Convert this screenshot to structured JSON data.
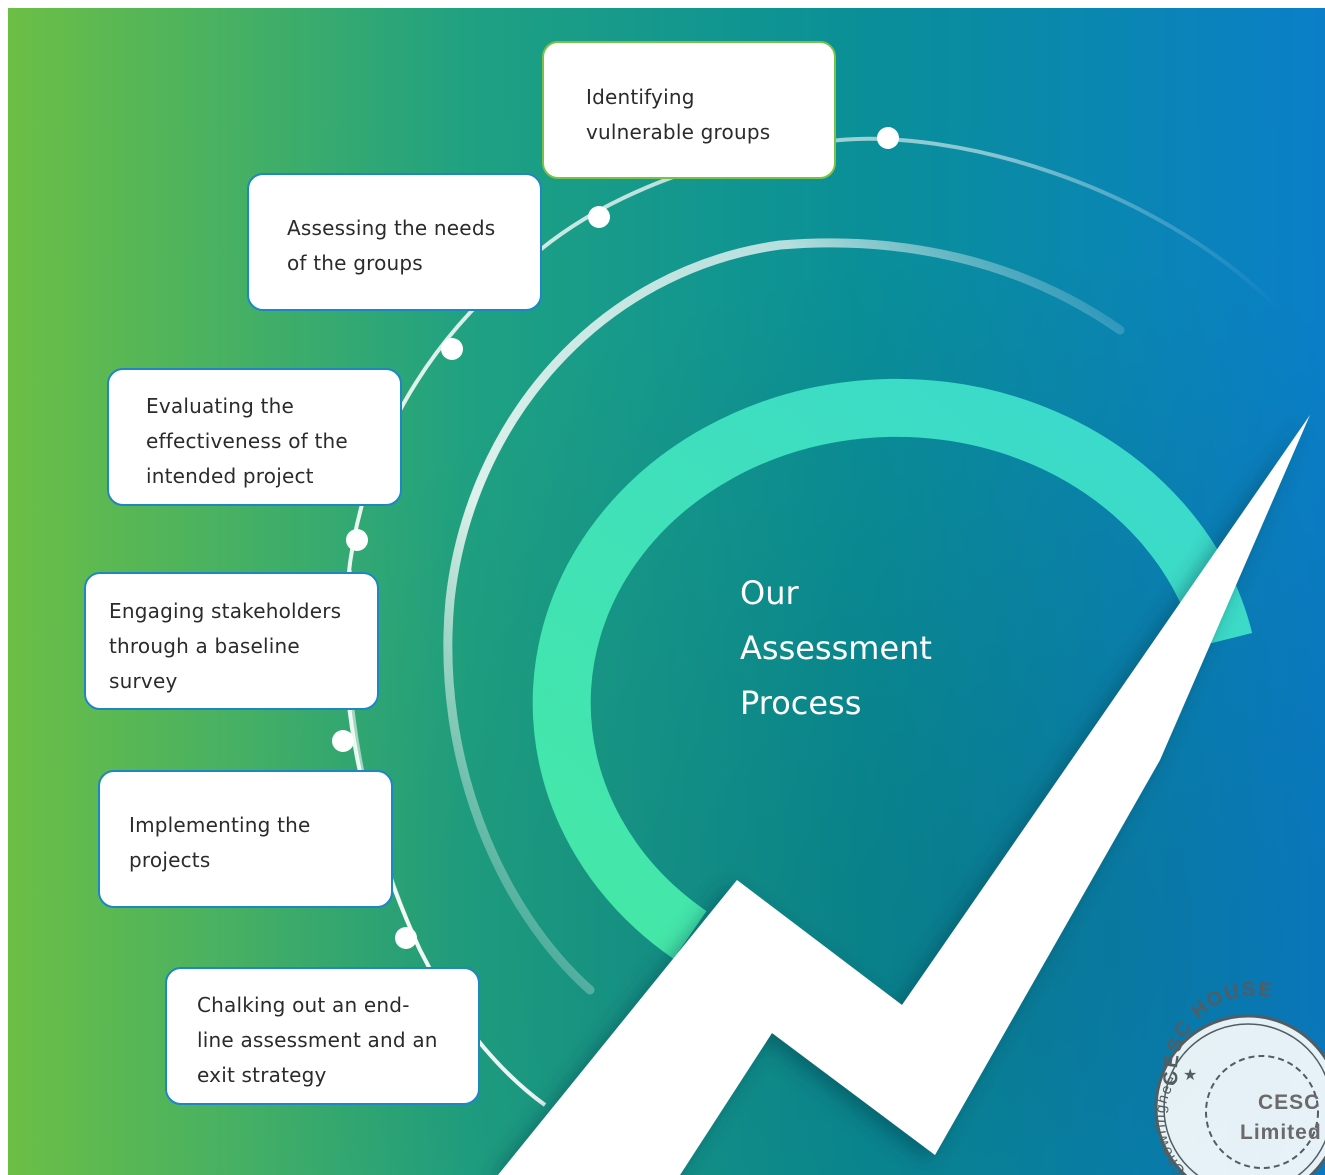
{
  "colors": {
    "gradient_left": "#67bb44",
    "gradient_mid": "#10a090",
    "gradient_right": "#0a7fc6",
    "ring_accent": "#3ee0b0",
    "card_border": "#1f86c4",
    "card_text": "#2b2b2b"
  },
  "title": {
    "line1": "Our",
    "line2": "Assessment",
    "line3": "Process"
  },
  "steps": [
    {
      "text": "Identifying\nvulnerable groups"
    },
    {
      "text": "Assessing the needs\nof the groups"
    },
    {
      "text": "Evaluating the\neffectiveness of the\nintended project"
    },
    {
      "text": "Engaging stakeholders\nthrough a baseline\nsurvey"
    },
    {
      "text": "Implementing the\nprojects"
    },
    {
      "text": "Chalking out an end-\nline assessment and an\nexit strategy"
    }
  ],
  "seal": {
    "arc_text": "CESC HOUSE",
    "side_text": "Chowringhee",
    "line1": "CESC",
    "line2": "Limited"
  }
}
